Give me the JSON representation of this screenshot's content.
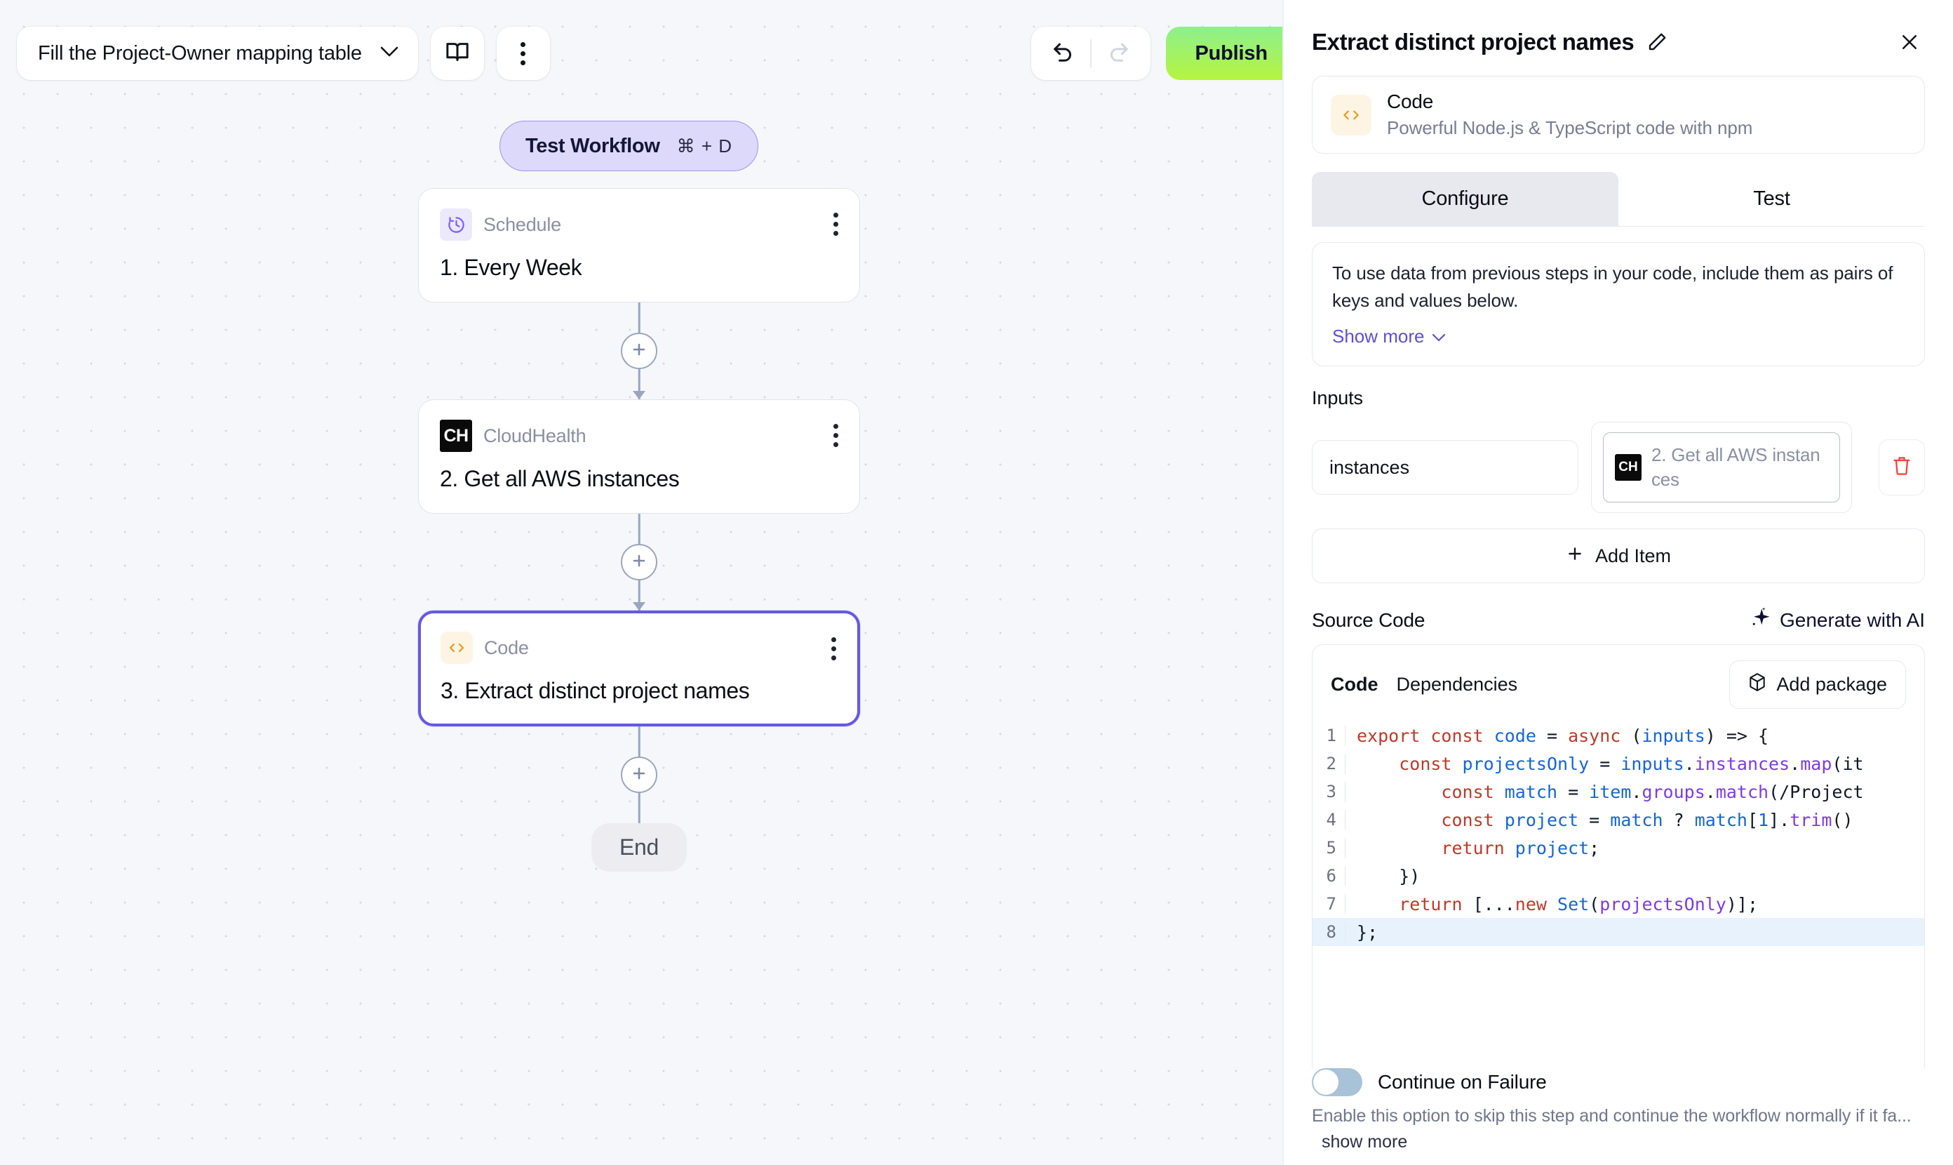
{
  "toolbar": {
    "workflow_name": "Fill the Project-Owner mapping table",
    "chevron_icon": "chevron-down-icon",
    "book_icon": "book-icon",
    "menu_icon": "kebab-menu-icon",
    "undo_icon": "undo-arrow-icon",
    "redo_icon": "redo-arrow-icon",
    "publish_label": "Publish",
    "publish_color": "#b6f43f"
  },
  "canvas": {
    "test_pill": {
      "label": "Test Workflow",
      "shortcut": "⌘ + D"
    },
    "nodes": [
      {
        "type": "Schedule",
        "badge": "clock-icon",
        "title": "1. Every Week",
        "selected": false
      },
      {
        "type": "CloudHealth",
        "badge": "CH",
        "title": "2. Get all AWS instances",
        "selected": false
      },
      {
        "type": "Code",
        "badge": "<>",
        "title": "3. Extract distinct project names",
        "selected": true
      }
    ],
    "add_icon": "plus-icon",
    "end_label": "End"
  },
  "panel": {
    "title": "Extract distinct project names",
    "edit_icon": "pencil-icon",
    "close_icon": "close-icon",
    "info": {
      "icon": "code-brackets-icon",
      "name": "Code",
      "description": "Powerful Node.js & TypeScript code with npm"
    },
    "tabs": [
      {
        "label": "Configure",
        "active": true
      },
      {
        "label": "Test",
        "active": false
      }
    ],
    "note": {
      "text": "To use data from previous steps in your code, include them as pairs of keys and values below.",
      "show_more": "Show more",
      "chevron_icon": "chevron-down-icon"
    },
    "inputs": {
      "label": "Inputs",
      "rows": [
        {
          "key": "instances",
          "ref_chip": "CH",
          "ref_text": "2. Get all AWS instances",
          "delete_icon": "trash-icon"
        }
      ],
      "add_item_label": "Add Item",
      "add_item_icon": "plus-icon"
    },
    "source_code": {
      "label": "Source Code",
      "generate_ai_label": "Generate with AI",
      "generate_ai_icon": "sparkle-icon",
      "editor_tabs": [
        {
          "label": "Code",
          "active": true
        },
        {
          "label": "Dependencies",
          "active": false
        }
      ],
      "add_package_label": "Add package",
      "add_package_icon": "package-icon",
      "lines": [
        {
          "n": "1",
          "tokens": [
            {
              "t": "export const",
              "c": "kw"
            },
            {
              "t": " ",
              "c": "pl"
            },
            {
              "t": "code",
              "c": "vr"
            },
            {
              "t": " = ",
              "c": "pl"
            },
            {
              "t": "async",
              "c": "kw"
            },
            {
              "t": " (",
              "c": "pl"
            },
            {
              "t": "inputs",
              "c": "vr"
            },
            {
              "t": ") => {",
              "c": "pl"
            }
          ],
          "highlight": false
        },
        {
          "n": "2",
          "tokens": [
            {
              "t": "    ",
              "c": "pl"
            },
            {
              "t": "const",
              "c": "kw"
            },
            {
              "t": " ",
              "c": "pl"
            },
            {
              "t": "projectsOnly",
              "c": "vr"
            },
            {
              "t": " = ",
              "c": "pl"
            },
            {
              "t": "inputs",
              "c": "vr"
            },
            {
              "t": ".",
              "c": "pl"
            },
            {
              "t": "instances",
              "c": "pr"
            },
            {
              "t": ".",
              "c": "pl"
            },
            {
              "t": "map",
              "c": "pr"
            },
            {
              "t": "(it",
              "c": "pl"
            }
          ],
          "highlight": false
        },
        {
          "n": "3",
          "tokens": [
            {
              "t": "        ",
              "c": "pl"
            },
            {
              "t": "const",
              "c": "kw"
            },
            {
              "t": " ",
              "c": "pl"
            },
            {
              "t": "match",
              "c": "vr"
            },
            {
              "t": " = ",
              "c": "pl"
            },
            {
              "t": "item",
              "c": "vr"
            },
            {
              "t": ".",
              "c": "pl"
            },
            {
              "t": "groups",
              "c": "pr"
            },
            {
              "t": ".",
              "c": "pl"
            },
            {
              "t": "match",
              "c": "pr"
            },
            {
              "t": "(/Project",
              "c": "pl"
            }
          ],
          "highlight": false
        },
        {
          "n": "4",
          "tokens": [
            {
              "t": "        ",
              "c": "pl"
            },
            {
              "t": "const",
              "c": "kw"
            },
            {
              "t": " ",
              "c": "pl"
            },
            {
              "t": "project",
              "c": "vr"
            },
            {
              "t": " = ",
              "c": "pl"
            },
            {
              "t": "match",
              "c": "vr"
            },
            {
              "t": " ? ",
              "c": "pl"
            },
            {
              "t": "match",
              "c": "vr"
            },
            {
              "t": "[",
              "c": "pl"
            },
            {
              "t": "1",
              "c": "vr"
            },
            {
              "t": "].",
              "c": "pl"
            },
            {
              "t": "trim",
              "c": "pr"
            },
            {
              "t": "()",
              "c": "pl"
            }
          ],
          "highlight": false
        },
        {
          "n": "5",
          "tokens": [
            {
              "t": "        ",
              "c": "pl"
            },
            {
              "t": "return",
              "c": "kw"
            },
            {
              "t": " ",
              "c": "pl"
            },
            {
              "t": "project",
              "c": "vr"
            },
            {
              "t": ";",
              "c": "pl"
            }
          ],
          "highlight": false
        },
        {
          "n": "6",
          "tokens": [
            {
              "t": "    })",
              "c": "pl"
            }
          ],
          "highlight": false
        },
        {
          "n": "7",
          "tokens": [
            {
              "t": "    ",
              "c": "pl"
            },
            {
              "t": "return",
              "c": "kw"
            },
            {
              "t": " [...",
              "c": "pl"
            },
            {
              "t": "new",
              "c": "kw"
            },
            {
              "t": " ",
              "c": "pl"
            },
            {
              "t": "Set",
              "c": "vr"
            },
            {
              "t": "(",
              "c": "pl"
            },
            {
              "t": "projectsOnly",
              "c": "pr"
            },
            {
              "t": ")];",
              "c": "pl"
            }
          ],
          "highlight": false
        },
        {
          "n": "8",
          "tokens": [
            {
              "t": "};",
              "c": "pl"
            }
          ],
          "highlight": true
        }
      ]
    },
    "footer": {
      "toggle_label": "Continue on Failure",
      "toggle_on": false,
      "description": "Enable this option to skip this step and continue the workflow normally if it fa...",
      "show_more": "show more"
    }
  }
}
